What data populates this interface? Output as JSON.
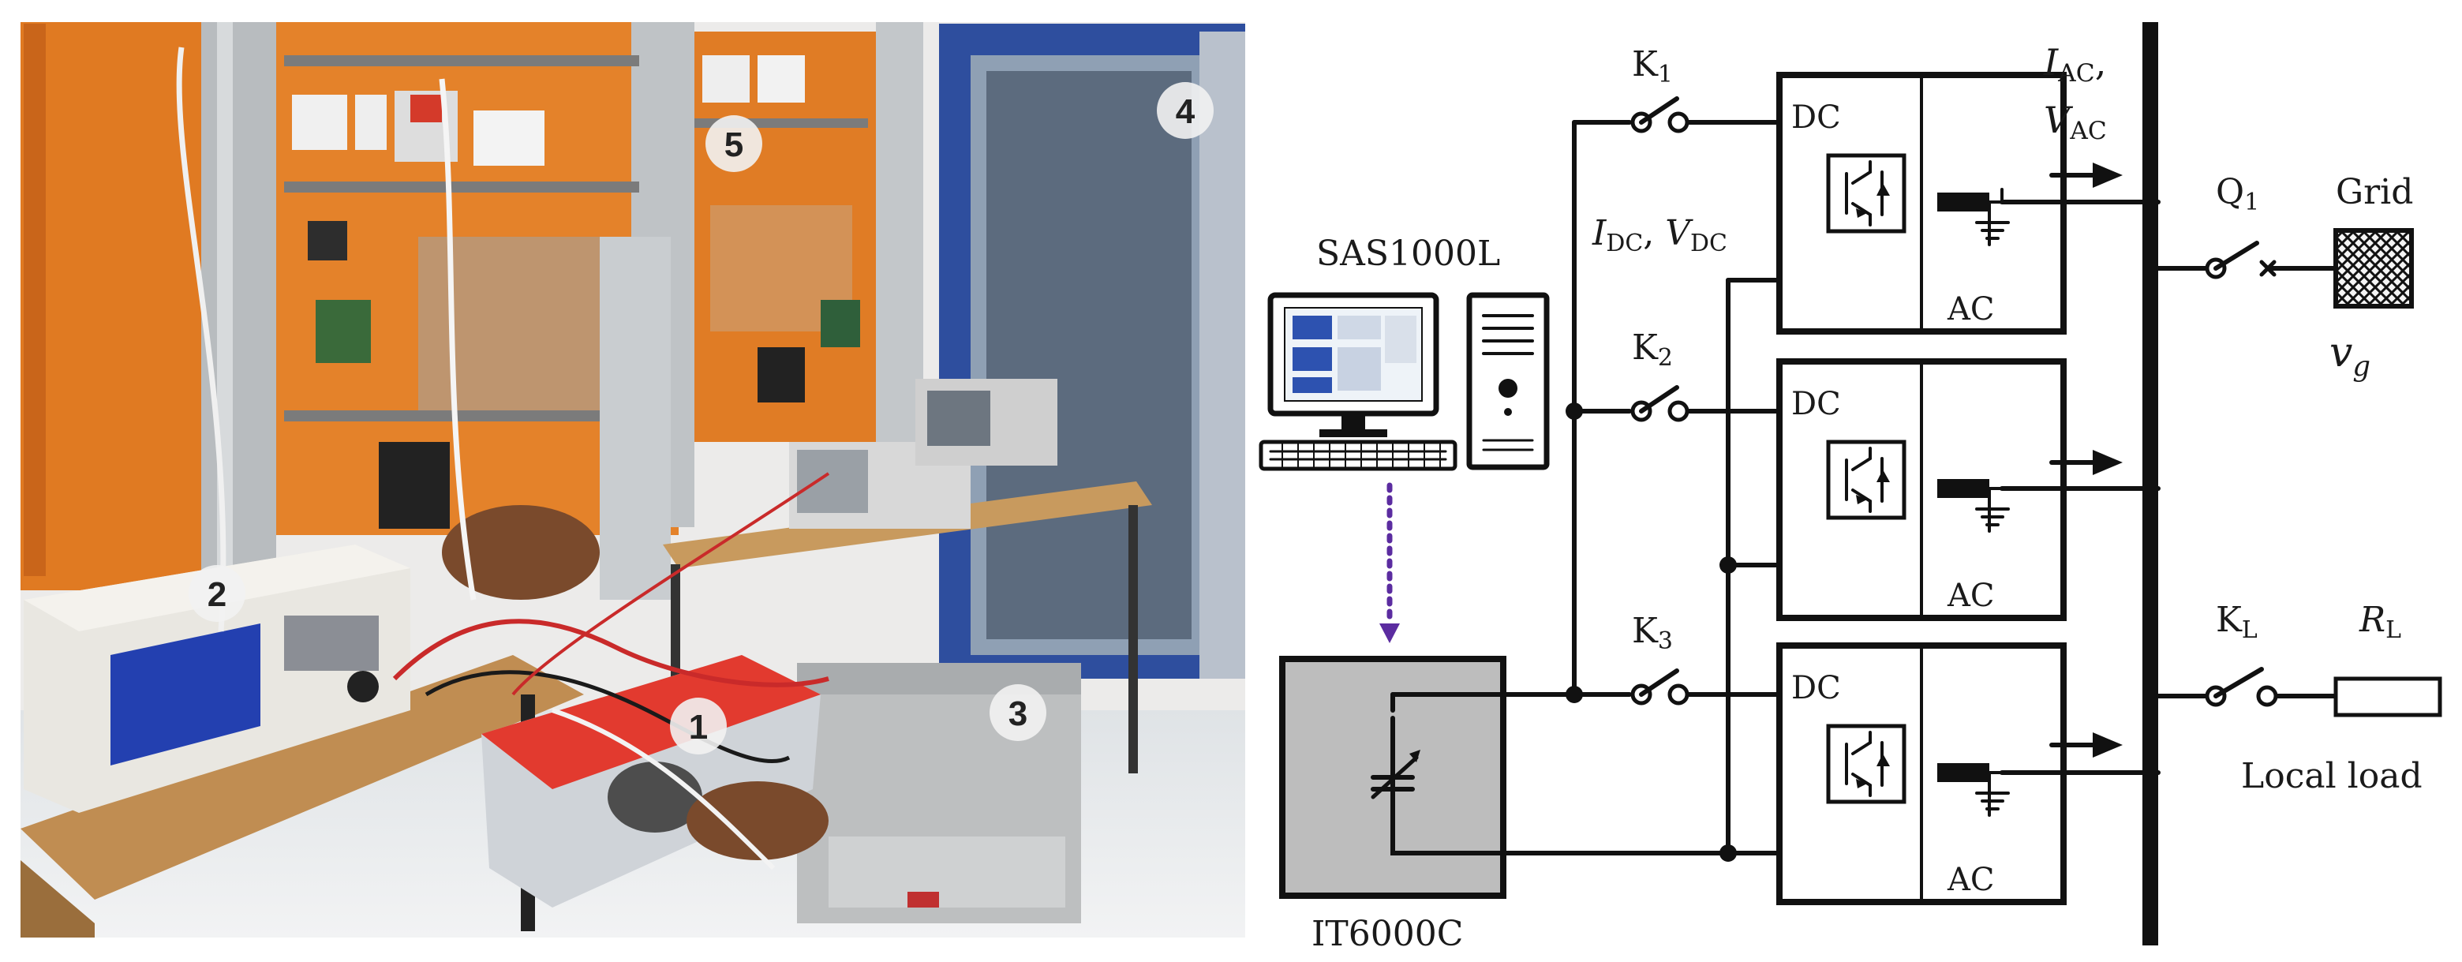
{
  "photo": {
    "badges": [
      {
        "id": "1",
        "text": "1"
      },
      {
        "id": "2",
        "text": "2"
      },
      {
        "id": "3",
        "text": "3"
      },
      {
        "id": "4",
        "text": "4"
      },
      {
        "id": "5",
        "text": "5"
      }
    ]
  },
  "diagram": {
    "software_label": "SAS1000L",
    "source_label": "IT6000C",
    "switches": [
      {
        "base": "K",
        "sub": "1"
      },
      {
        "base": "K",
        "sub": "2"
      },
      {
        "base": "K",
        "sub": "3"
      }
    ],
    "dc_measure": {
      "i_base": "I",
      "i_sub": "DC",
      "sep": ", ",
      "v_base": "V",
      "v_sub": "DC"
    },
    "ac_measure": {
      "i_base": "I",
      "i_sub": "AC",
      "comma": ",",
      "v_base": "V",
      "v_sub": "AC"
    },
    "inverter_dc_label": "DC",
    "inverter_ac_label": "AC",
    "grid_switch": {
      "base": "Q",
      "sub": "1"
    },
    "grid_label": "Grid",
    "grid_voltage": {
      "base": "v",
      "sub": "g"
    },
    "load_switch": {
      "base": "K",
      "sub": "L"
    },
    "load_resistor": {
      "base": "R",
      "sub": "L"
    },
    "local_load_label": "Local load"
  }
}
